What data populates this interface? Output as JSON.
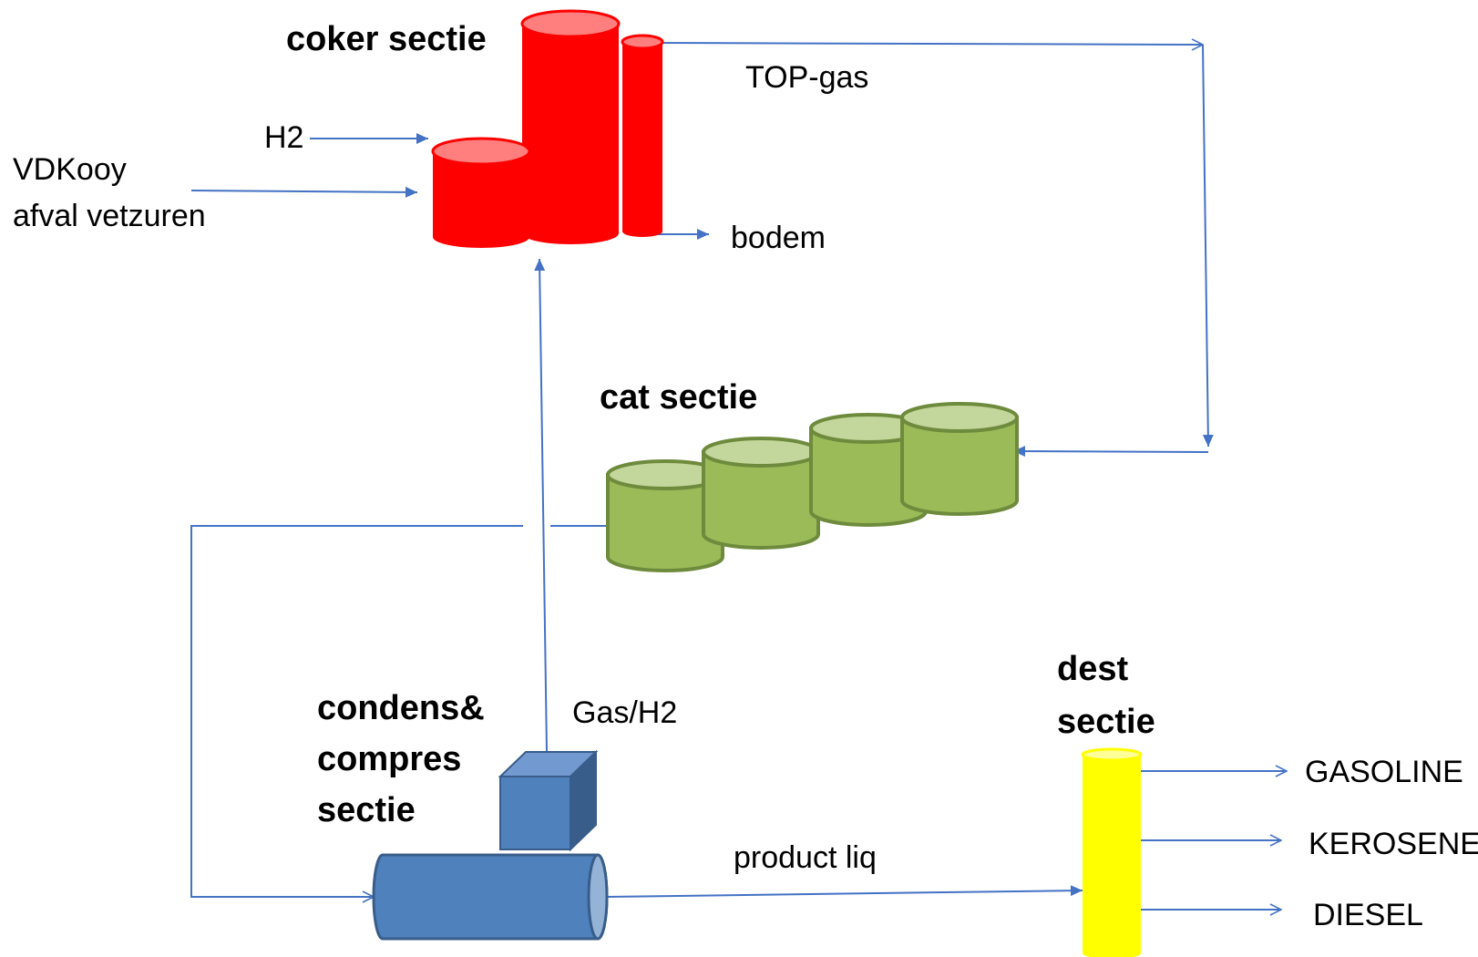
{
  "colors": {
    "line": "#4472C4",
    "coker": "#FF0000",
    "coker_top": "#FF7F7F",
    "cat": "#9BBB59",
    "cat_top": "#C3D69B",
    "cat_stroke": "#6E8B3D",
    "compressor": "#4F81BD",
    "compressor_dark": "#385D8A",
    "dest": "#FFFF00",
    "dest_top": "#FFFF99"
  },
  "sections": {
    "coker": "coker sectie",
    "cat": "cat sectie",
    "condens": [
      "condens&",
      "compres",
      "sectie"
    ],
    "dest": [
      "dest",
      "sectie"
    ]
  },
  "streams": {
    "h2": "H2",
    "feed": [
      "VDKooy",
      "afval vetzuren"
    ],
    "top_gas": "TOP-gas",
    "bottom": "bodem",
    "gas_h2": "Gas/H2",
    "product_liq": "product liq"
  },
  "products": [
    "GASOLINE",
    "KEROSENE",
    "DIESEL"
  ]
}
